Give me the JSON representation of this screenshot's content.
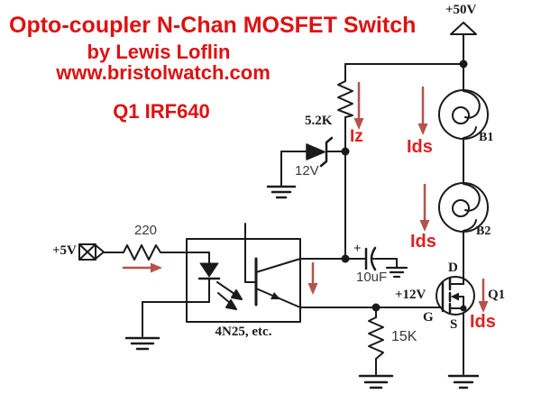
{
  "header": {
    "title": "Opto-coupler N-Chan MOSFET Switch",
    "byline": "by Lewis Loflin",
    "website": "www.bristolwatch.com",
    "subtitle": "Q1 IRF640"
  },
  "supplies": {
    "vcc": "+50V",
    "input": "+5V",
    "gate_node": "+12V"
  },
  "components": {
    "r1_value": "5.2K",
    "r2_value": "220",
    "r3_value": "15K",
    "zener_value": "12V",
    "cap_value": "10uF",
    "cap_polarity": "+",
    "opto_label": "4N25, etc.",
    "mosfet_ref": "Q1",
    "mosfet_drain": "D",
    "mosfet_gate": "G",
    "mosfet_source": "S",
    "bulb1_ref": "B1",
    "bulb2_ref": "B2"
  },
  "currents": {
    "iz": "Iz",
    "ids_b1": "Ids",
    "ids_b2": "Ids",
    "ids_q1": "Ids"
  },
  "colors": {
    "heading_red": "#dd1111",
    "current_label_red": "#e02020",
    "arrow_red": "#b5524c",
    "wire_black": "#1a1a1a",
    "background": "#ffffff"
  }
}
